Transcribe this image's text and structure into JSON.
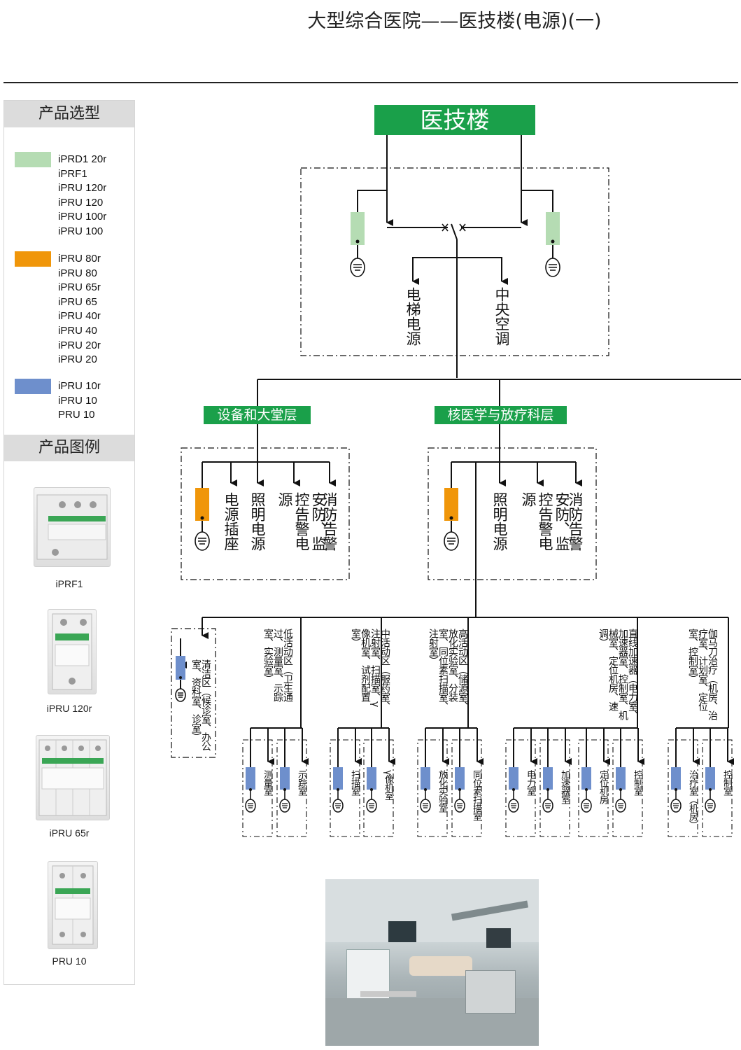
{
  "page": {
    "title": "大型综合医院——医技楼(电源)(一)"
  },
  "sidebar": {
    "selection_heading": "产品选型",
    "legend_heading": "产品图例",
    "groups": [
      {
        "color": "#b5dcb3",
        "models": [
          "iPRD1 20r",
          "iPRF1",
          "iPRU 120r",
          "iPRU 120",
          "iPRU 100r",
          "iPRU 100"
        ]
      },
      {
        "color": "#f0960a",
        "models": [
          "iPRU 80r",
          "iPRU 80",
          "iPRU 65r",
          "iPRU 65",
          "iPRU 40r",
          "iPRU 40",
          "iPRU 20r",
          "iPRU 20"
        ]
      },
      {
        "color": "#6e8fcc",
        "models": [
          "iPRU 10r",
          "iPRU 10",
          "PRU 10"
        ]
      }
    ],
    "products": [
      "iPRF1",
      "iPRU 120r",
      "iPRU 65r",
      "PRU 10"
    ]
  },
  "diagram": {
    "root": "医技楼",
    "top_loads": [
      "电梯电源",
      "中央空调"
    ],
    "floors": [
      {
        "name": "设备和大堂层",
        "loads": [
          "电源插座",
          "照明电源",
          "安防、监控告警电源",
          "消防告警"
        ]
      },
      {
        "name": "核医学与放疗科层",
        "loads": [
          "照明电源",
          "安防、监控告警电源",
          "消防告警"
        ]
      }
    ],
    "area_labels": [
      "清洁区（候诊室、办公室、资料室、诊室）",
      "低活动区（卫生通过、测量室、示踪室、实验室）",
      "中活动区（服药室、注射室、扫描室、γ像机室、试剂配置室）",
      "高活动区（储源室、放化实验室、分装室、同位素扫描室、注射室）",
      "直线加速器（电力室、加速器室、控制室、机械室、定位机房、速调）",
      "伽马刀治疗（机房、治疗室、计划室、定位室、控制室）"
    ],
    "rooms": [
      "测量室",
      "示踪室",
      "扫描室",
      "γ像机室",
      "放化实验室",
      "同位素扫描室",
      "电力室",
      "加速器室",
      "定位机房",
      "控制室",
      "治疗室（机房）",
      "控制室"
    ]
  },
  "colors": {
    "green": "#1aa04a",
    "spd_green": "#b5dcb3",
    "spd_orange": "#f0960a",
    "spd_blue": "#6e8fcc"
  }
}
